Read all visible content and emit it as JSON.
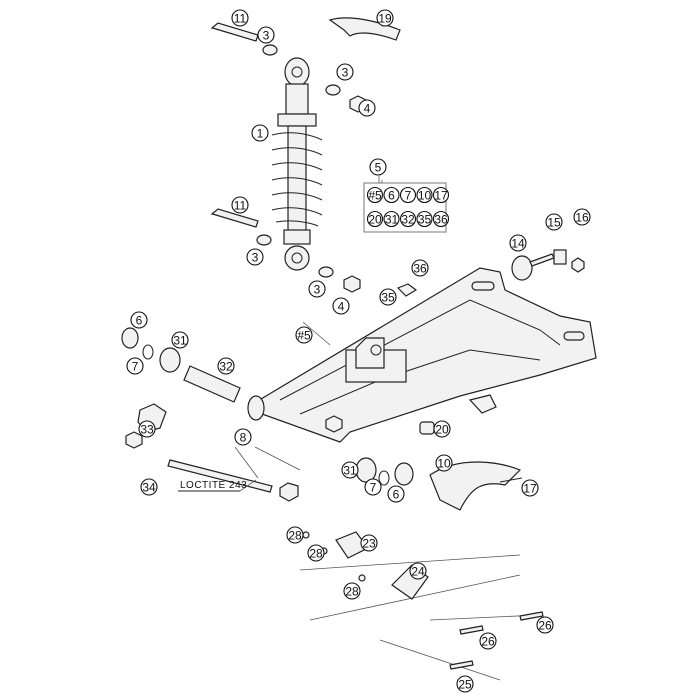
{
  "diagram": {
    "title_note": "LOCTITE 243",
    "kit_callout": "5",
    "kit_contents": [
      "#5",
      "6",
      "7",
      "10",
      "17",
      "20",
      "31",
      "32",
      "35",
      "36"
    ],
    "callouts": [
      "11",
      "3",
      "19",
      "3",
      "4",
      "1",
      "5",
      "11",
      "3",
      "3",
      "4",
      "36",
      "35",
      "14",
      "15",
      "16",
      "#5",
      "6",
      "7",
      "31",
      "32",
      "8",
      "33",
      "34",
      "20",
      "31",
      "7",
      "6",
      "10",
      "17",
      "28",
      "28",
      "23",
      "24",
      "28",
      "26",
      "26",
      "25"
    ]
  }
}
